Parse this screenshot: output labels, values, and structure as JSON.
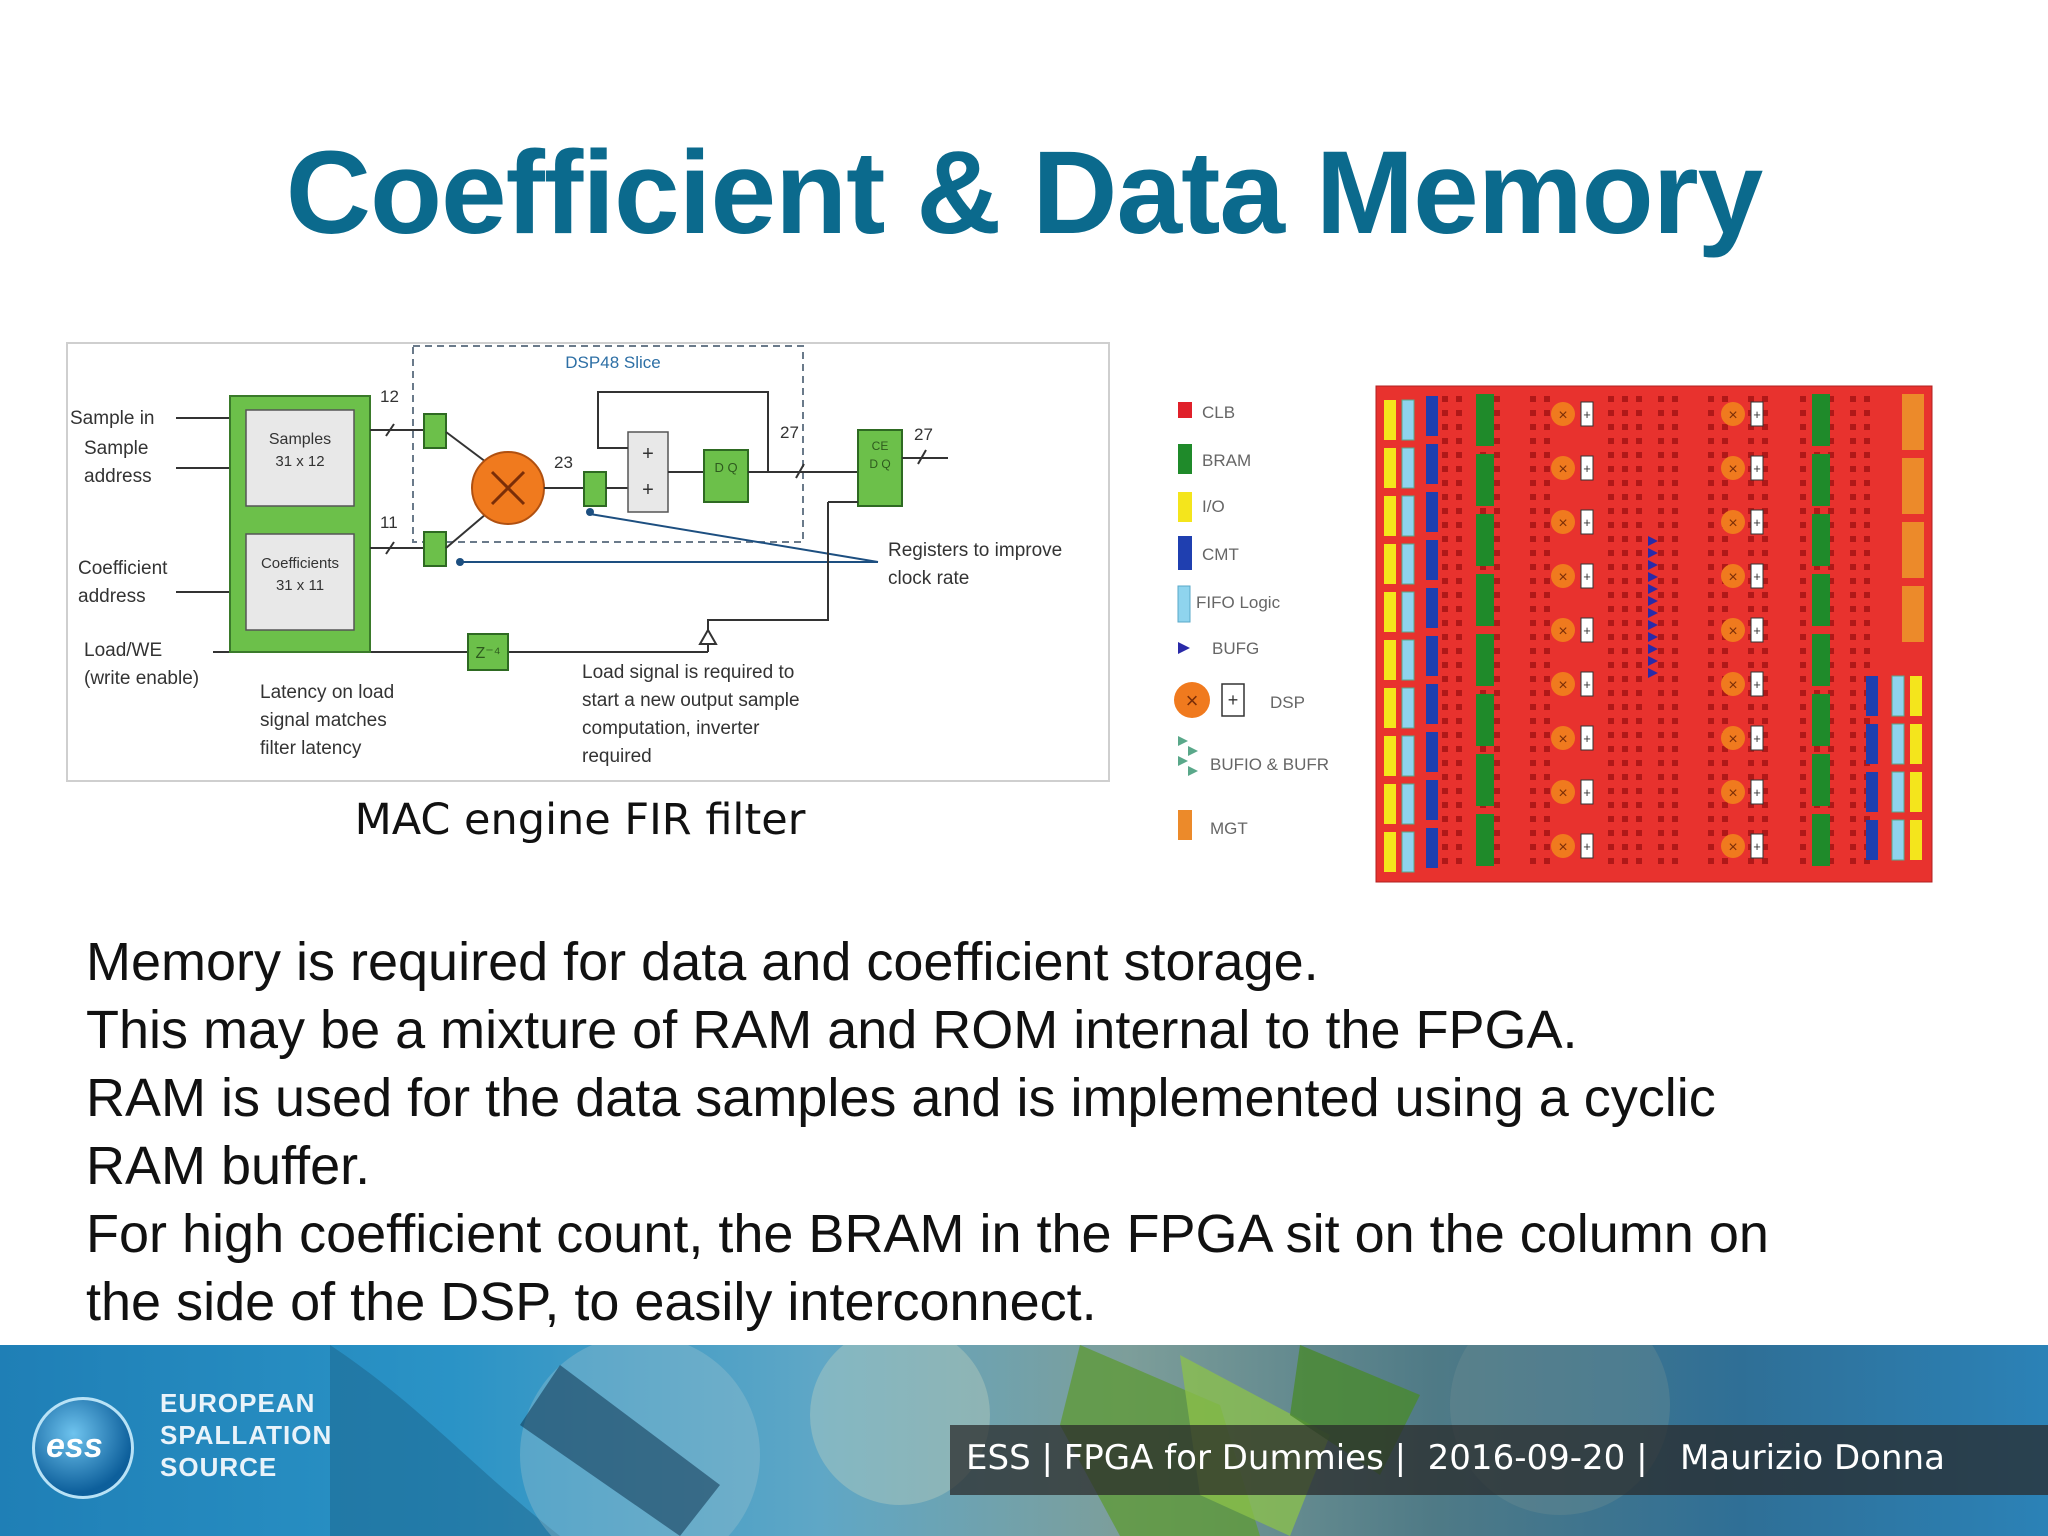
{
  "slide": {
    "title": "Coefficient & Data Memory",
    "body_lines": [
      "Memory is required for data and coefficient storage.",
      "This may be a mixture of RAM and ROM internal to the FPGA.",
      "RAM is used for the data samples and is implemented using a cyclic",
      "RAM buffer.",
      "For high coefficient count, the BRAM in the FPGA sit on the column on",
      "the side of the DSP, to easily interconnect."
    ]
  },
  "mac_figure": {
    "caption": "MAC engine FIR filter",
    "dsp_slice_label": "DSP48 Slice",
    "inputs": {
      "sample_in": "Sample in",
      "sample_address": [
        "Sample",
        "address"
      ],
      "coefficient_address": [
        "Coefficient",
        "address"
      ],
      "load": "Load/WE",
      "write_enable": "(write enable)"
    },
    "blocks": {
      "samples": [
        "Samples",
        "31 x 12"
      ],
      "coefficients": [
        "Coefficients",
        "31 x 11"
      ],
      "delay": "Z⁻⁴"
    },
    "bus_widths": [
      "12",
      "11",
      "23",
      "27",
      "27"
    ],
    "notes": {
      "registers": [
        "Registers to improve",
        "clock rate"
      ],
      "latency": [
        "Latency on load",
        "signal matches",
        "filter latency"
      ],
      "load_signal": [
        "Load signal is required to",
        "start a new output sample",
        "computation, inverter",
        "required"
      ]
    }
  },
  "fpga_figure": {
    "legend": [
      {
        "label": "CLB",
        "color": "#e0202a"
      },
      {
        "label": "BRAM",
        "color": "#1f8a2a"
      },
      {
        "label": "I/O",
        "color": "#f4e51c"
      },
      {
        "label": "CMT",
        "color": "#1f3fb0"
      },
      {
        "label": "FIFO Logic",
        "color": "#8fd4ee"
      },
      {
        "label": "BUFG",
        "color": "#2a2aa8"
      },
      {
        "label": "DSP",
        "color": "#f07a1e"
      },
      {
        "label": "BUFIO & BUFR",
        "color": "#5aa88a"
      },
      {
        "label": "MGT",
        "color": "#ec8a2a"
      }
    ]
  },
  "footer": {
    "logo_mark": "ess",
    "logo_lines": [
      "EUROPEAN",
      "SPALLATION",
      "SOURCE"
    ],
    "info": "ESS | FPGA for Dummies |  2016-09-20 |   Maurizio Donna"
  }
}
